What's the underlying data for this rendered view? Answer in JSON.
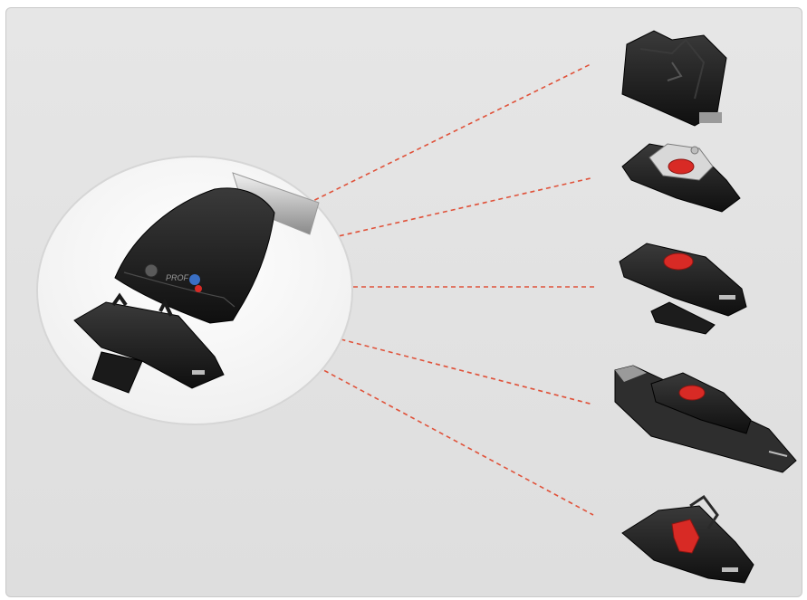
{
  "illustration": {
    "overview": "roof-bar-foot-closeup",
    "components": [
      "foot-pack-1",
      "foot-pack-2",
      "foot-pack-3",
      "foot-pack-4",
      "foot-pack-5"
    ]
  },
  "colors": {
    "background": "#e1e1e1",
    "leader_lines": "#e0523a",
    "accent_red": "#d82a25",
    "part_black": "#1b1b1b",
    "bar_silver": "#c7c7c7",
    "blue_logo": "#3a6fc4"
  },
  "brand_mark": "PROF"
}
